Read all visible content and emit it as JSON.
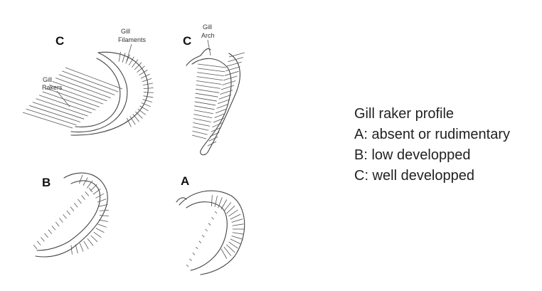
{
  "panels": [
    {
      "letter": "C",
      "annotations": [
        "Gill",
        "Filaments",
        "Gill",
        "Rakers"
      ]
    },
    {
      "letter": "C",
      "annotations": [
        "Gill",
        "Arch"
      ]
    },
    {
      "letter": "B",
      "annotations": []
    },
    {
      "letter": "A",
      "annotations": []
    }
  ],
  "legend": {
    "title": "Gill raker profile",
    "items": [
      "A: absent or rudimentary",
      "B: low developped",
      "C: well developped"
    ]
  }
}
